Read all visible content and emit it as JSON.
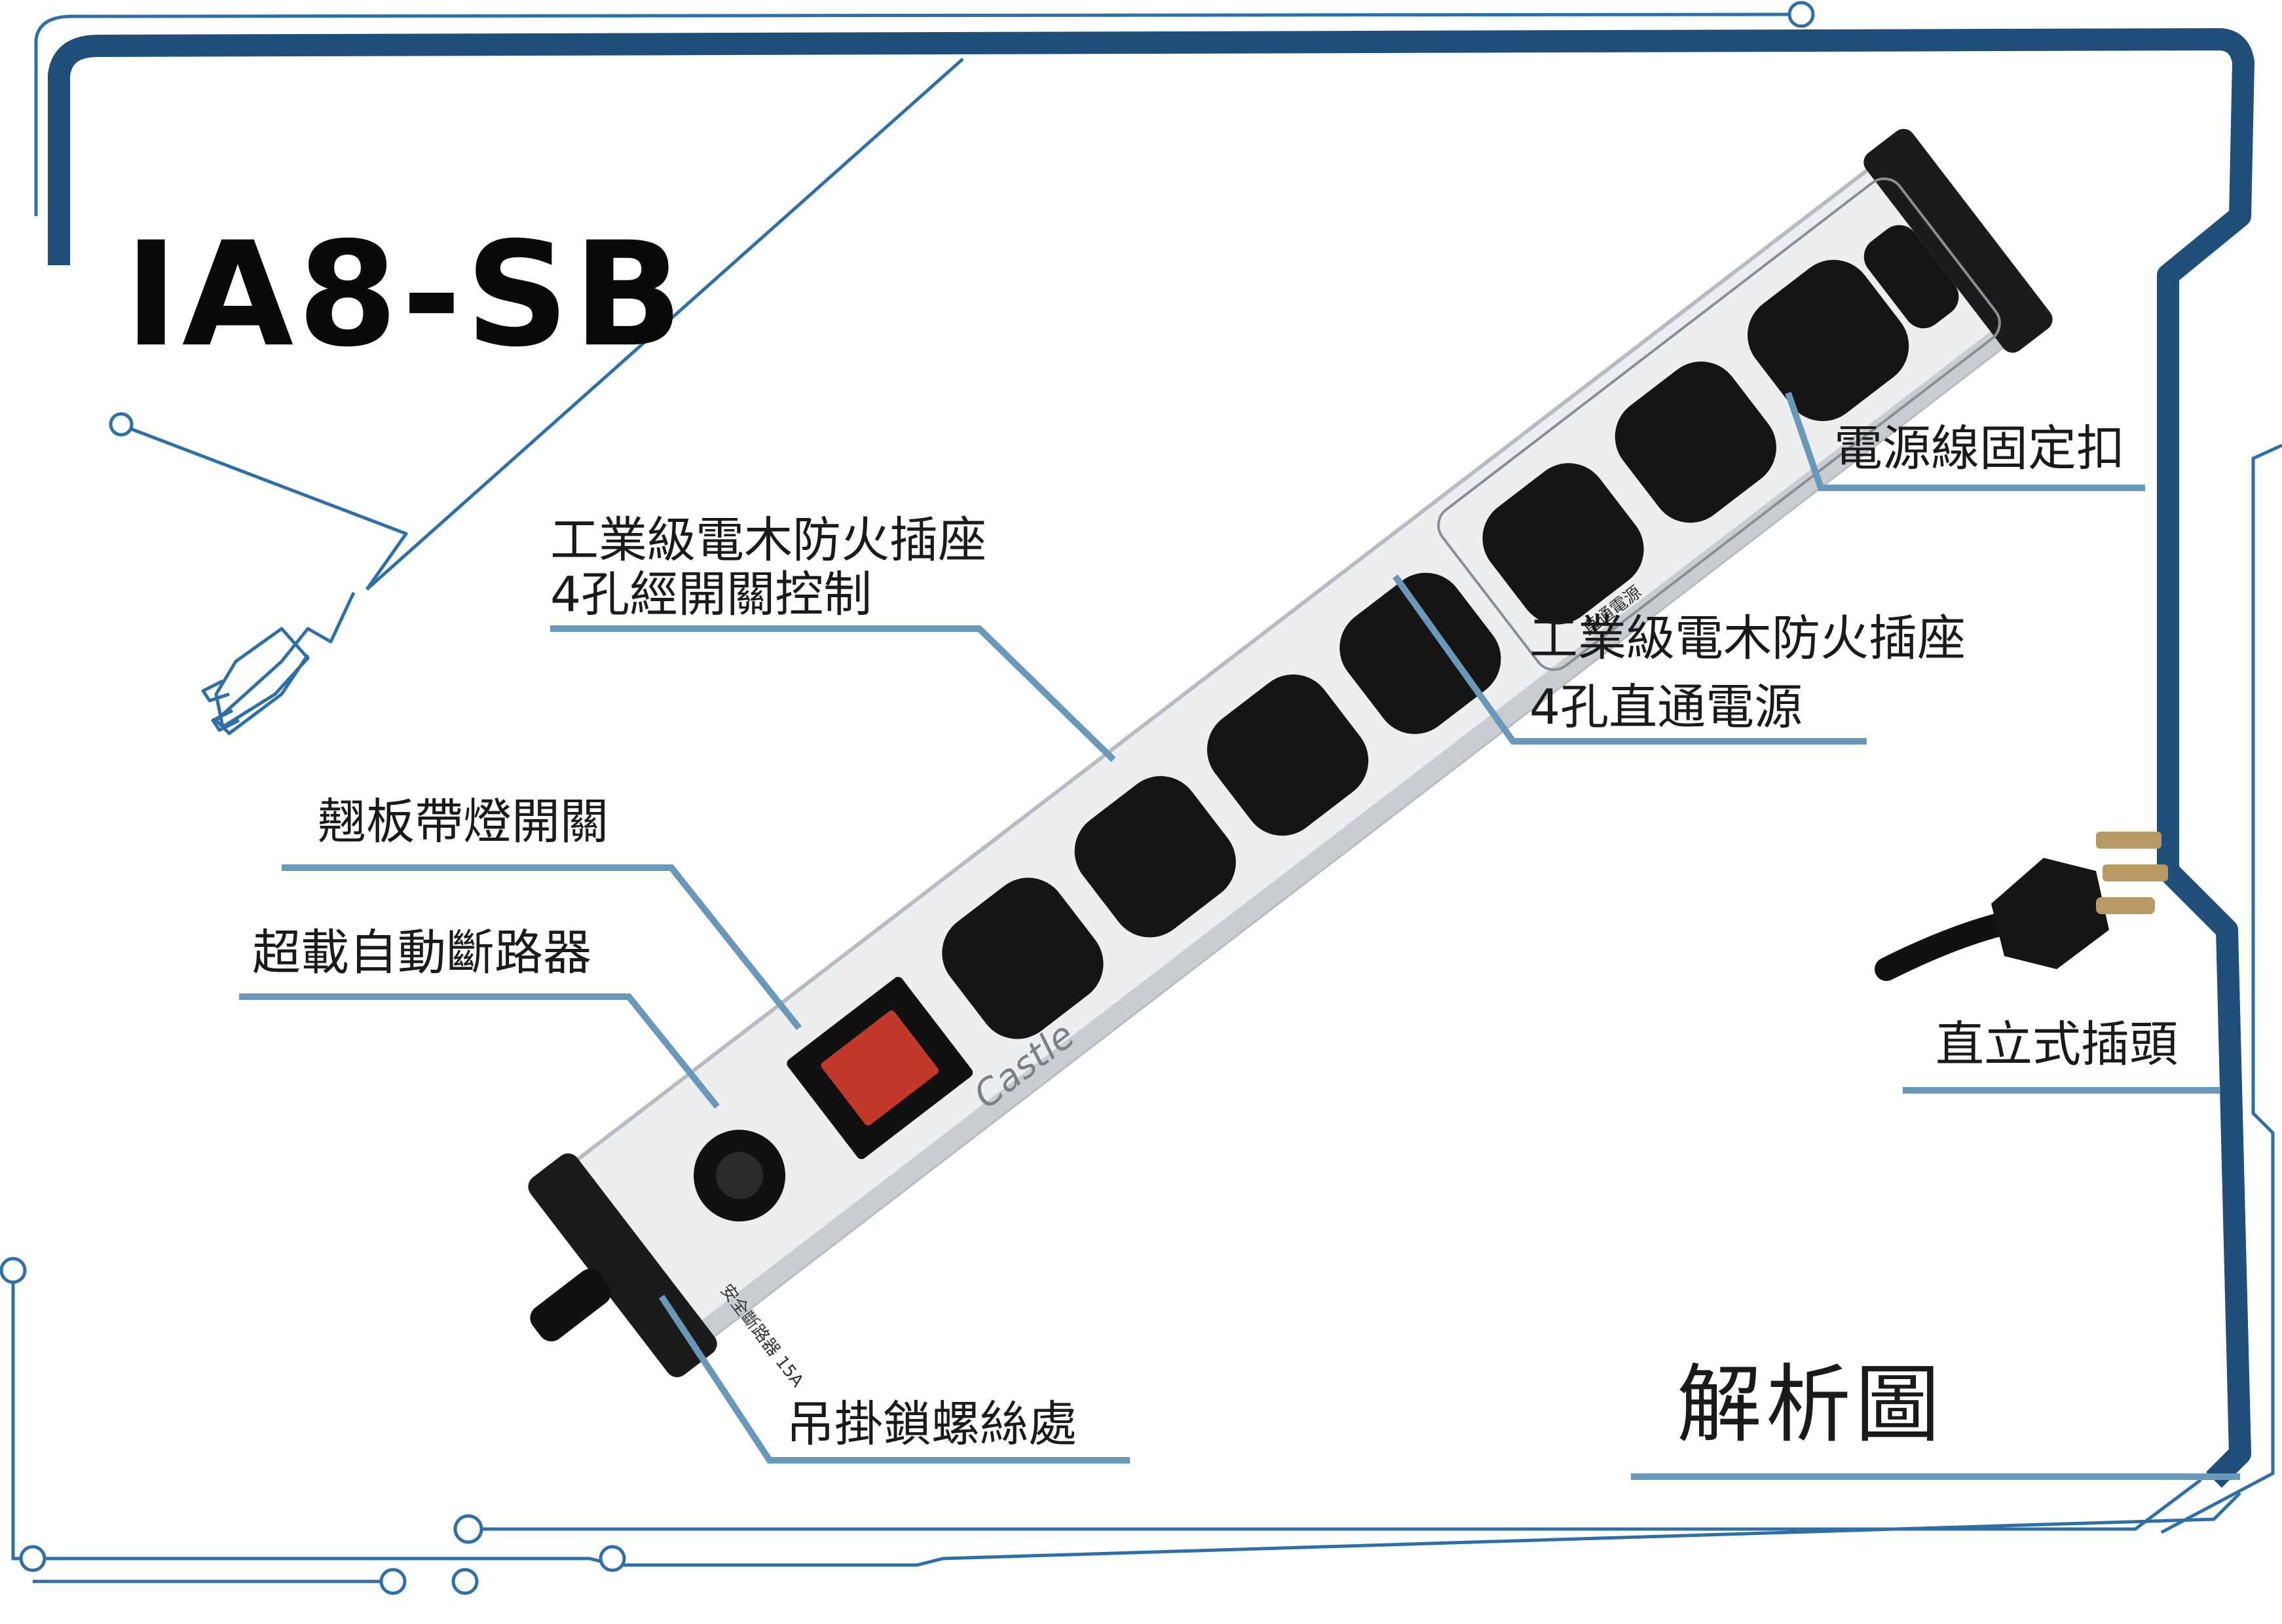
{
  "model_name": "IA8-SB",
  "diagram_title": "解析圖",
  "brand_mark": "Castle",
  "breaker_rating": "安全斷路器 15A",
  "always_on_badge": "直通電源",
  "callouts": {
    "switched_outlets_line1": "工業級電木防火插座",
    "switched_outlets_line2": "4孔經開關控制",
    "always_on_outlets_line1": "工業級電木防火插座",
    "always_on_outlets_line2": "4孔直通電源",
    "cord_clamp": "電源線固定扣",
    "rocker_switch": "翹板帶燈開關",
    "circuit_breaker": "超載自動斷路器",
    "mounting_holes": "吊掛鎖螺絲處",
    "upright_plug": "直立式插頭"
  },
  "colors": {
    "frame_navy": "#1f4e79",
    "line_blue": "#6a98b8",
    "thin_blue": "#2f6fa8",
    "housing": "#eceef0",
    "outlet": "#151515",
    "switch_red": "#c0392b"
  }
}
